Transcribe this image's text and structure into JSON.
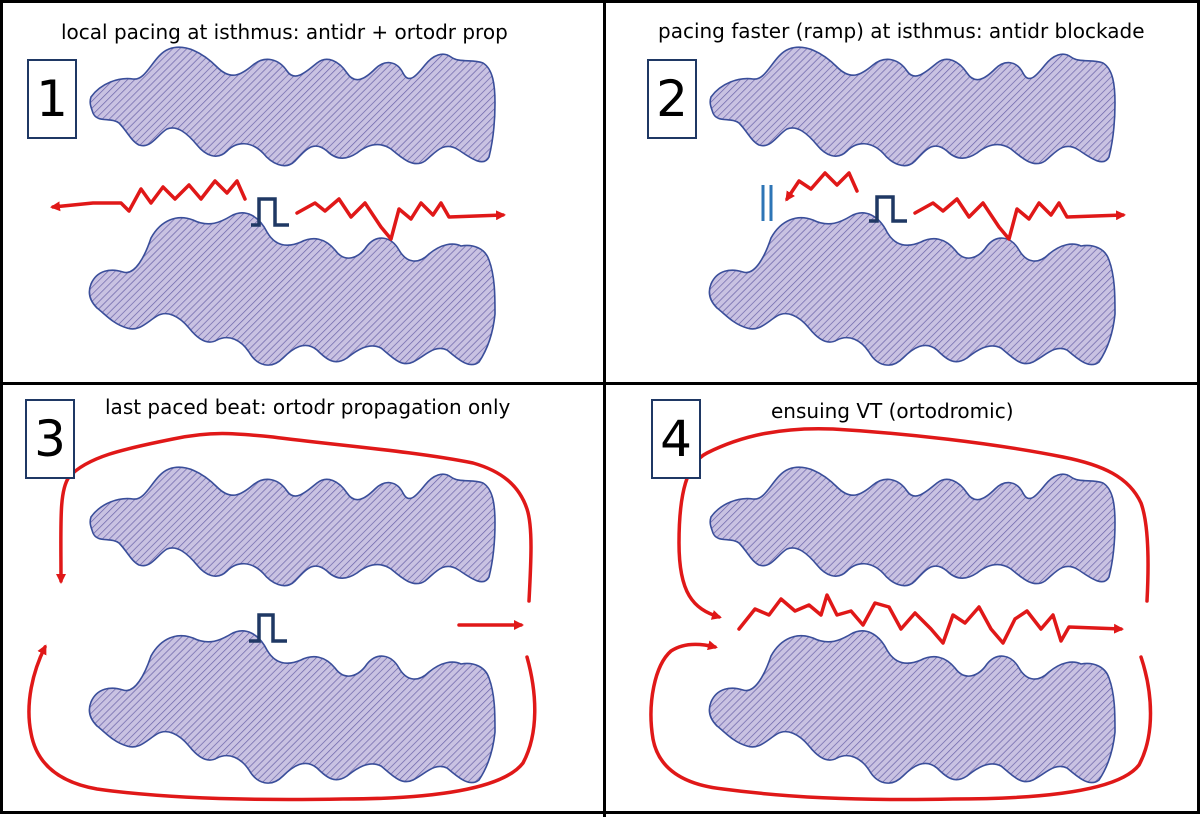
{
  "panels": [
    {
      "number": "1",
      "caption": "local pacing at isthmus: antidr + ortodr prop"
    },
    {
      "number": "2",
      "caption": "pacing faster (ramp) at isthmus: antidr blockade"
    },
    {
      "number": "3",
      "caption": "last paced beat: ortodr propagation only"
    },
    {
      "number": "4",
      "caption": "ensuing VT (ortodromic)"
    }
  ],
  "colors": {
    "tissue_fill": "#b9b0d6",
    "tissue_outline": "#3a4e9a",
    "wavefront": "#e01818",
    "stimulus": "#1f3864",
    "block": "#2e75b6"
  }
}
